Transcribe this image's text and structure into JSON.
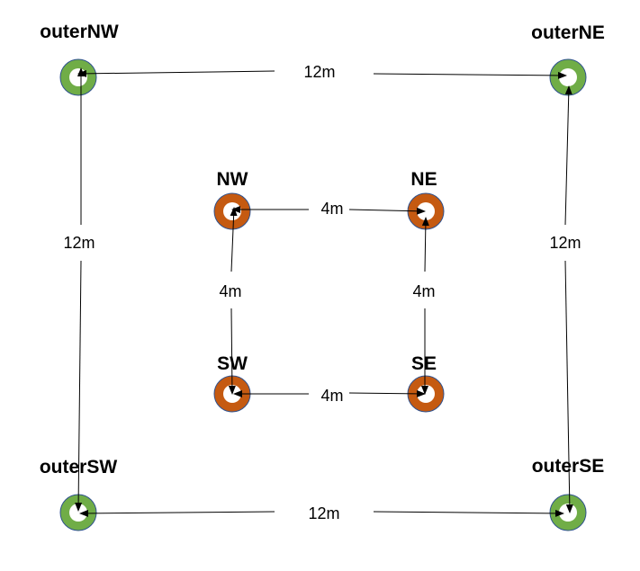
{
  "colors": {
    "outer_ring": "#70ad47",
    "inner_ring": "#c55a11",
    "ring_border": "#2f528f",
    "line": "#000000",
    "background": "#ffffff"
  },
  "nodes": {
    "outer_nw": {
      "label": "outerNW"
    },
    "outer_ne": {
      "label": "outerNE"
    },
    "outer_sw": {
      "label": "outerSW"
    },
    "outer_se": {
      "label": "outerSE"
    },
    "nw": {
      "label": "NW"
    },
    "ne": {
      "label": "NE"
    },
    "sw": {
      "label": "SW"
    },
    "se": {
      "label": "SE"
    }
  },
  "distances": {
    "outer_top": "12m",
    "outer_left": "12m",
    "outer_right": "12m",
    "outer_bottom": "12m",
    "inner_top": "4m",
    "inner_left": "4m",
    "inner_right": "4m",
    "inner_bottom": "4m"
  }
}
